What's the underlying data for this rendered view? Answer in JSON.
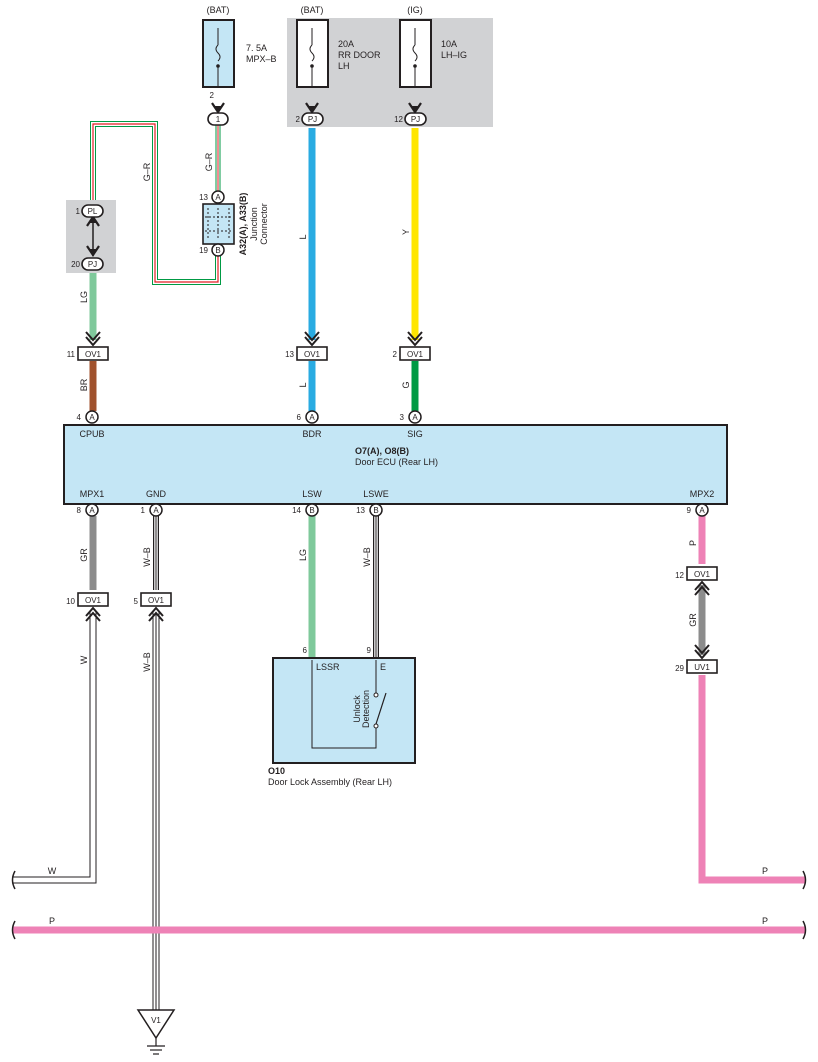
{
  "colors": {
    "blue": "#29abe2",
    "yellow": "#ffe600",
    "brown": "#a0522d",
    "green": "#009a44",
    "lightgreen": "#7fc99b",
    "gray": "#8c8c8c",
    "pink": "#ee82b6",
    "ecu_fill": "#c4e6f5",
    "fuse_box_fill": "#d1d2d4",
    "red": "#e31e24"
  },
  "fuses": {
    "mpxb": {
      "source": "(BAT)",
      "rating": "7. 5A",
      "name": "MPX–B"
    },
    "rrdoor": {
      "source": "(BAT)",
      "rating": "20A",
      "name1": "RR DOOR",
      "name2": "LH"
    },
    "lhig": {
      "source": "(IG)",
      "rating": "10A",
      "name": "LH–IG"
    }
  },
  "pins": {
    "mpxb_out": "2",
    "jc1": "1",
    "rr_out": "2",
    "ig_out": "12",
    "pl": "1",
    "pj_left": "20",
    "jc_a": "13",
    "jc_b": "19",
    "ov1_11": "11",
    "ov1_13": "13",
    "ov1_2": "2",
    "ecu_cpub": "4",
    "ecu_bdr": "6",
    "ecu_sig": "3",
    "ecu_mpx1": "8",
    "ecu_gnd": "1",
    "ecu_lsw": "14",
    "ecu_lswe": "13",
    "ecu_mpx2": "9",
    "ov1_10": "10",
    "ov1_5": "5",
    "ov1_12": "12",
    "uv1_29": "29",
    "lock_lssr": "6",
    "lock_e": "9"
  },
  "conn": {
    "pj": "PJ",
    "pl": "PL",
    "one": "1",
    "ov1": "OV1",
    "uv1": "UV1",
    "a": "A",
    "b": "B",
    "v1": "V1"
  },
  "wires": {
    "g_r": "G–R",
    "l": "L",
    "y": "Y",
    "lg": "LG",
    "br": "BR",
    "g": "G",
    "gr": "GR",
    "w_b": "W–B",
    "p": "P",
    "w": "W"
  },
  "junction": {
    "line1": "A32(A), A33(B)",
    "line2": "Junction",
    "line3": "Connector"
  },
  "ecu": {
    "id": "O7(A), O8(B)",
    "name": "Door ECU (Rear LH)",
    "t_cpub": "CPUB",
    "t_bdr": "BDR",
    "t_sig": "SIG",
    "t_mpx1": "MPX1",
    "t_gnd": "GND",
    "t_lsw": "LSW",
    "t_lswe": "LSWE",
    "t_mpx2": "MPX2"
  },
  "lock": {
    "id": "O10",
    "name": "Door Lock Assembly (Rear LH)",
    "t_lssr": "LSSR",
    "t_e": "E",
    "switch1": "Unlock",
    "switch2": "Detection"
  }
}
